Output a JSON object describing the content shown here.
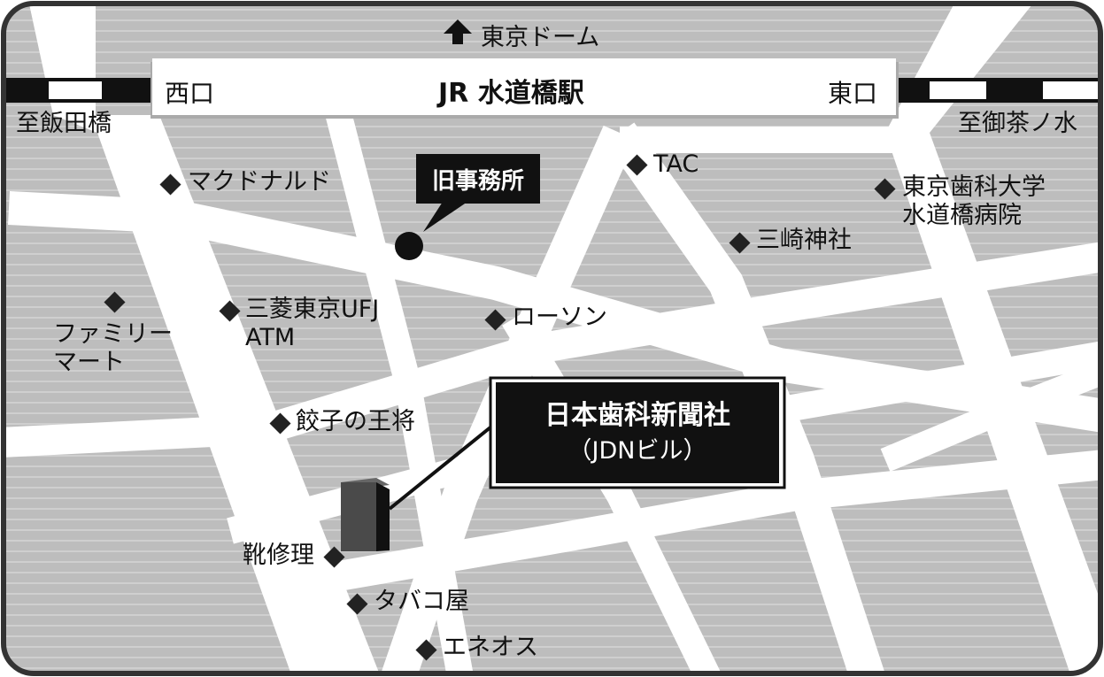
{
  "map": {
    "station": {
      "name": "JR 水道橋駅",
      "west_exit": "西口",
      "east_exit": "東口"
    },
    "directions": {
      "north": "東京ドーム",
      "west": "至飯田橋",
      "east": "至御茶ノ水"
    },
    "target": {
      "name": "日本歯科新聞社",
      "building": "（JDNビル）"
    },
    "old_office": "旧事務所",
    "landmarks": {
      "mcdonalds": "マクドナルド",
      "tac": "TAC",
      "tmd_univ": "東京歯科大学\n水道橋病院",
      "misaki_shrine": "三崎神社",
      "family_mart": "ファミリー\nマート",
      "mufg_atm": "三菱東京UFJ\nATM",
      "lawson": "ローソン",
      "gyoza": "餃子の王将",
      "shoe_repair": "靴修理",
      "tobacco": "タバコ屋",
      "eneos": "エネオス"
    },
    "colors": {
      "block_fill": "#bdbdbd",
      "road": "#ffffff",
      "label_box": "#111111",
      "building": "#4a4a4a"
    }
  }
}
